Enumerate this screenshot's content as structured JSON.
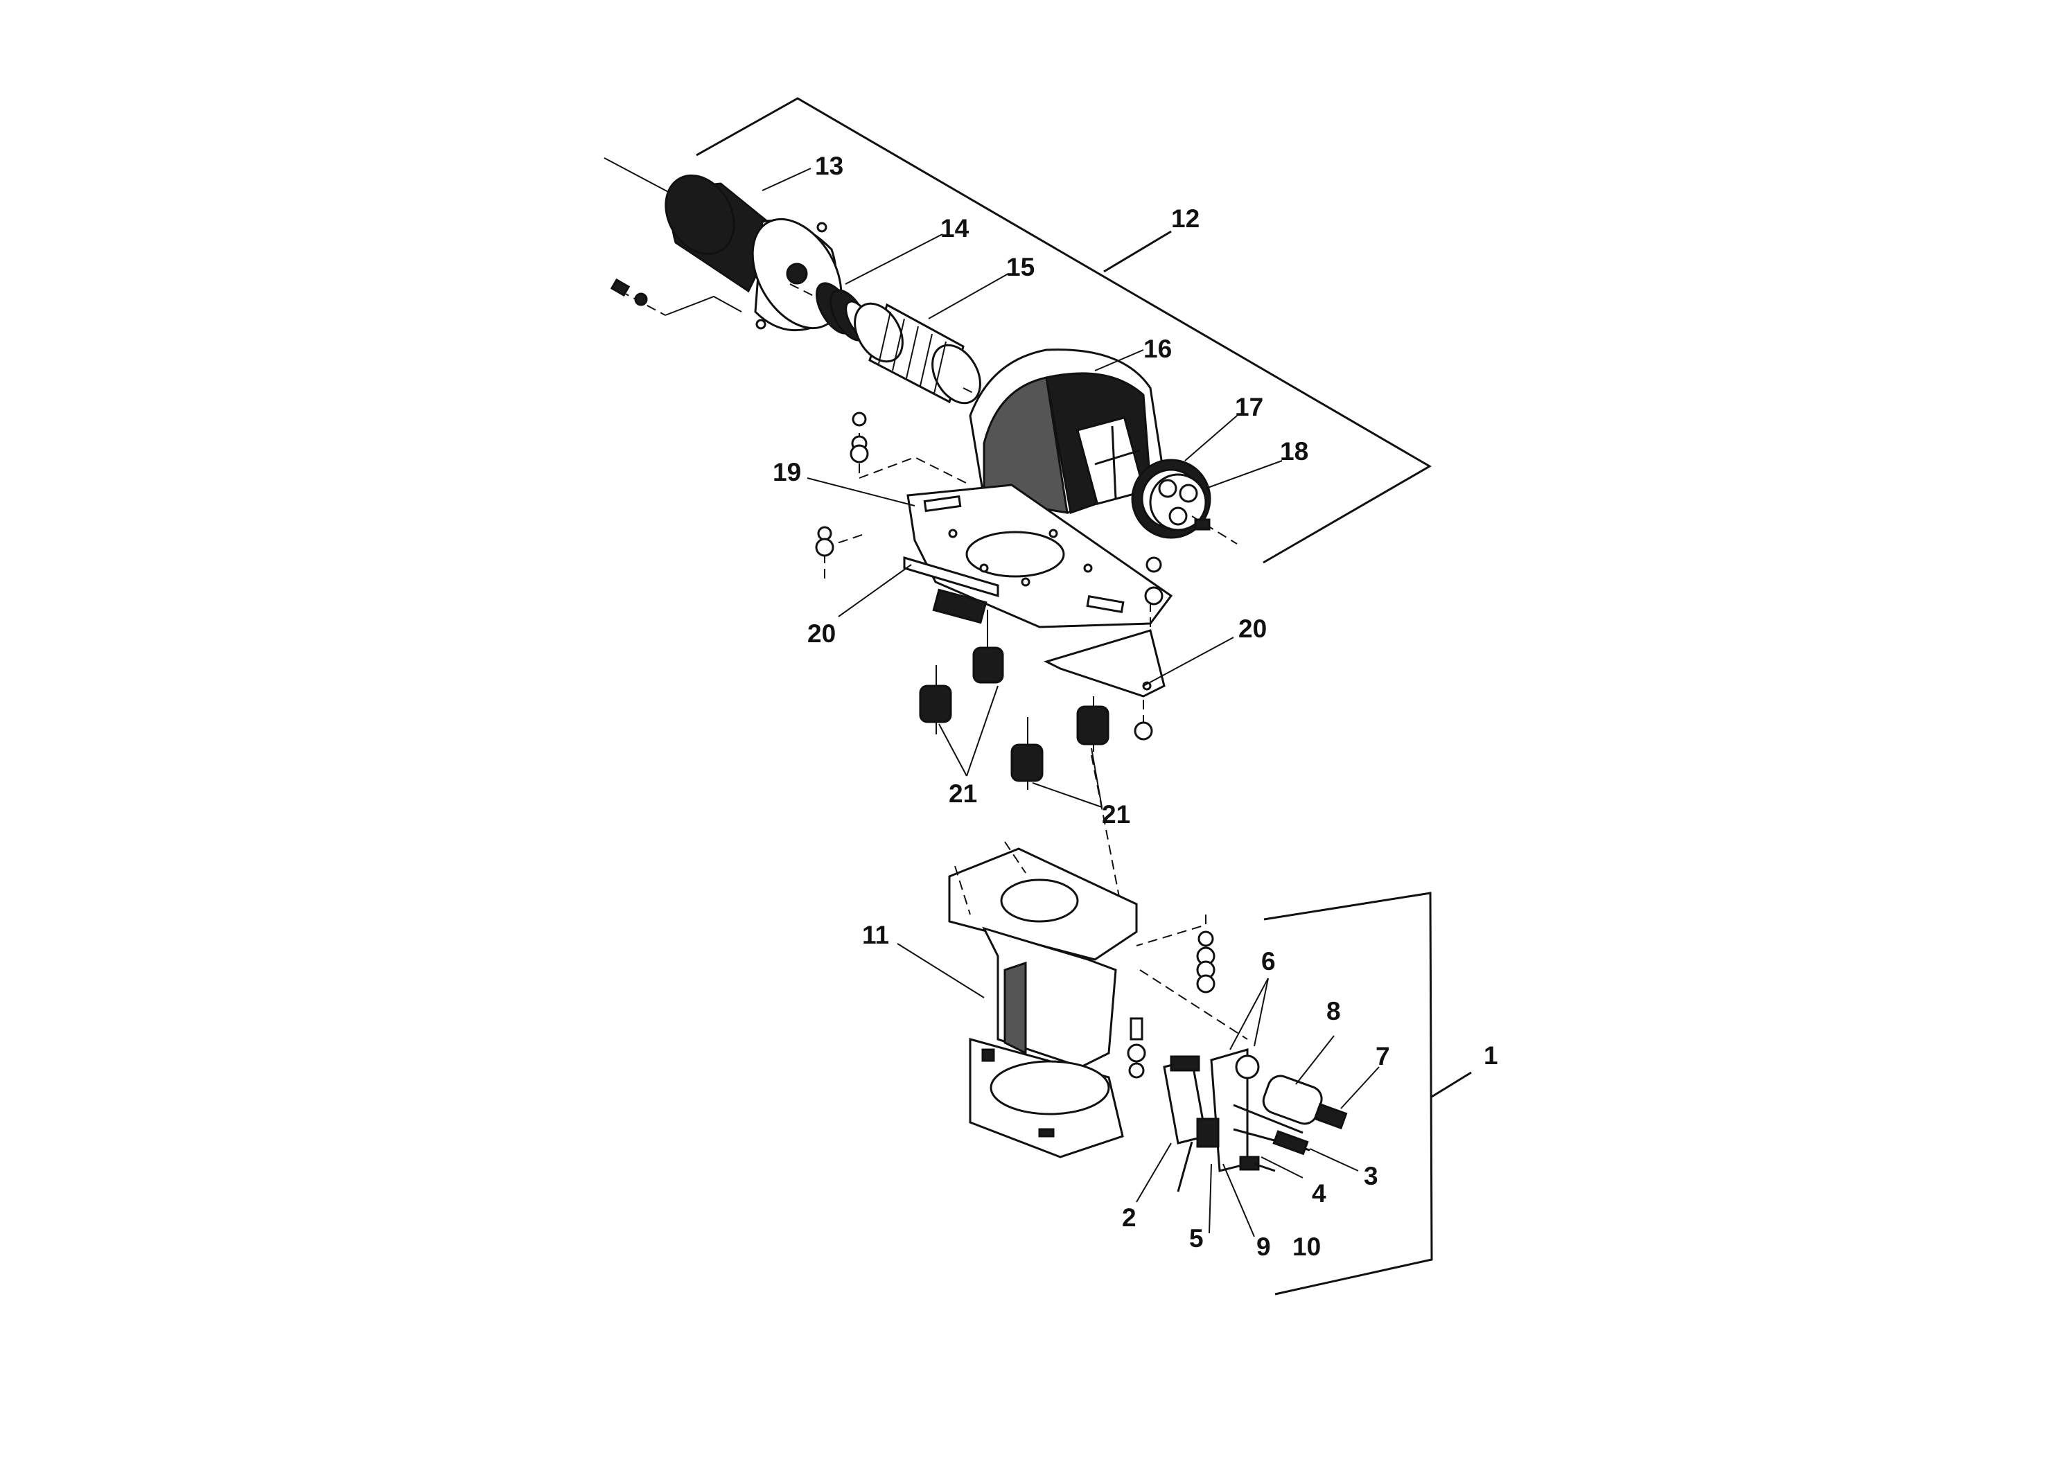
{
  "diagram": {
    "labels": {
      "l1": "1",
      "l2": "2",
      "l3": "3",
      "l4": "4",
      "l5": "5",
      "l6": "6",
      "l7": "7",
      "l8": "8",
      "l9": "9",
      "l10": "10",
      "l11": "11",
      "l12": "12",
      "l13": "13",
      "l14": "14",
      "l15": "15",
      "l16": "16",
      "l17": "17",
      "l18": "18",
      "l19": "19",
      "l20a": "20",
      "l20b": "20",
      "l21a": "21",
      "l21b": "21"
    }
  }
}
